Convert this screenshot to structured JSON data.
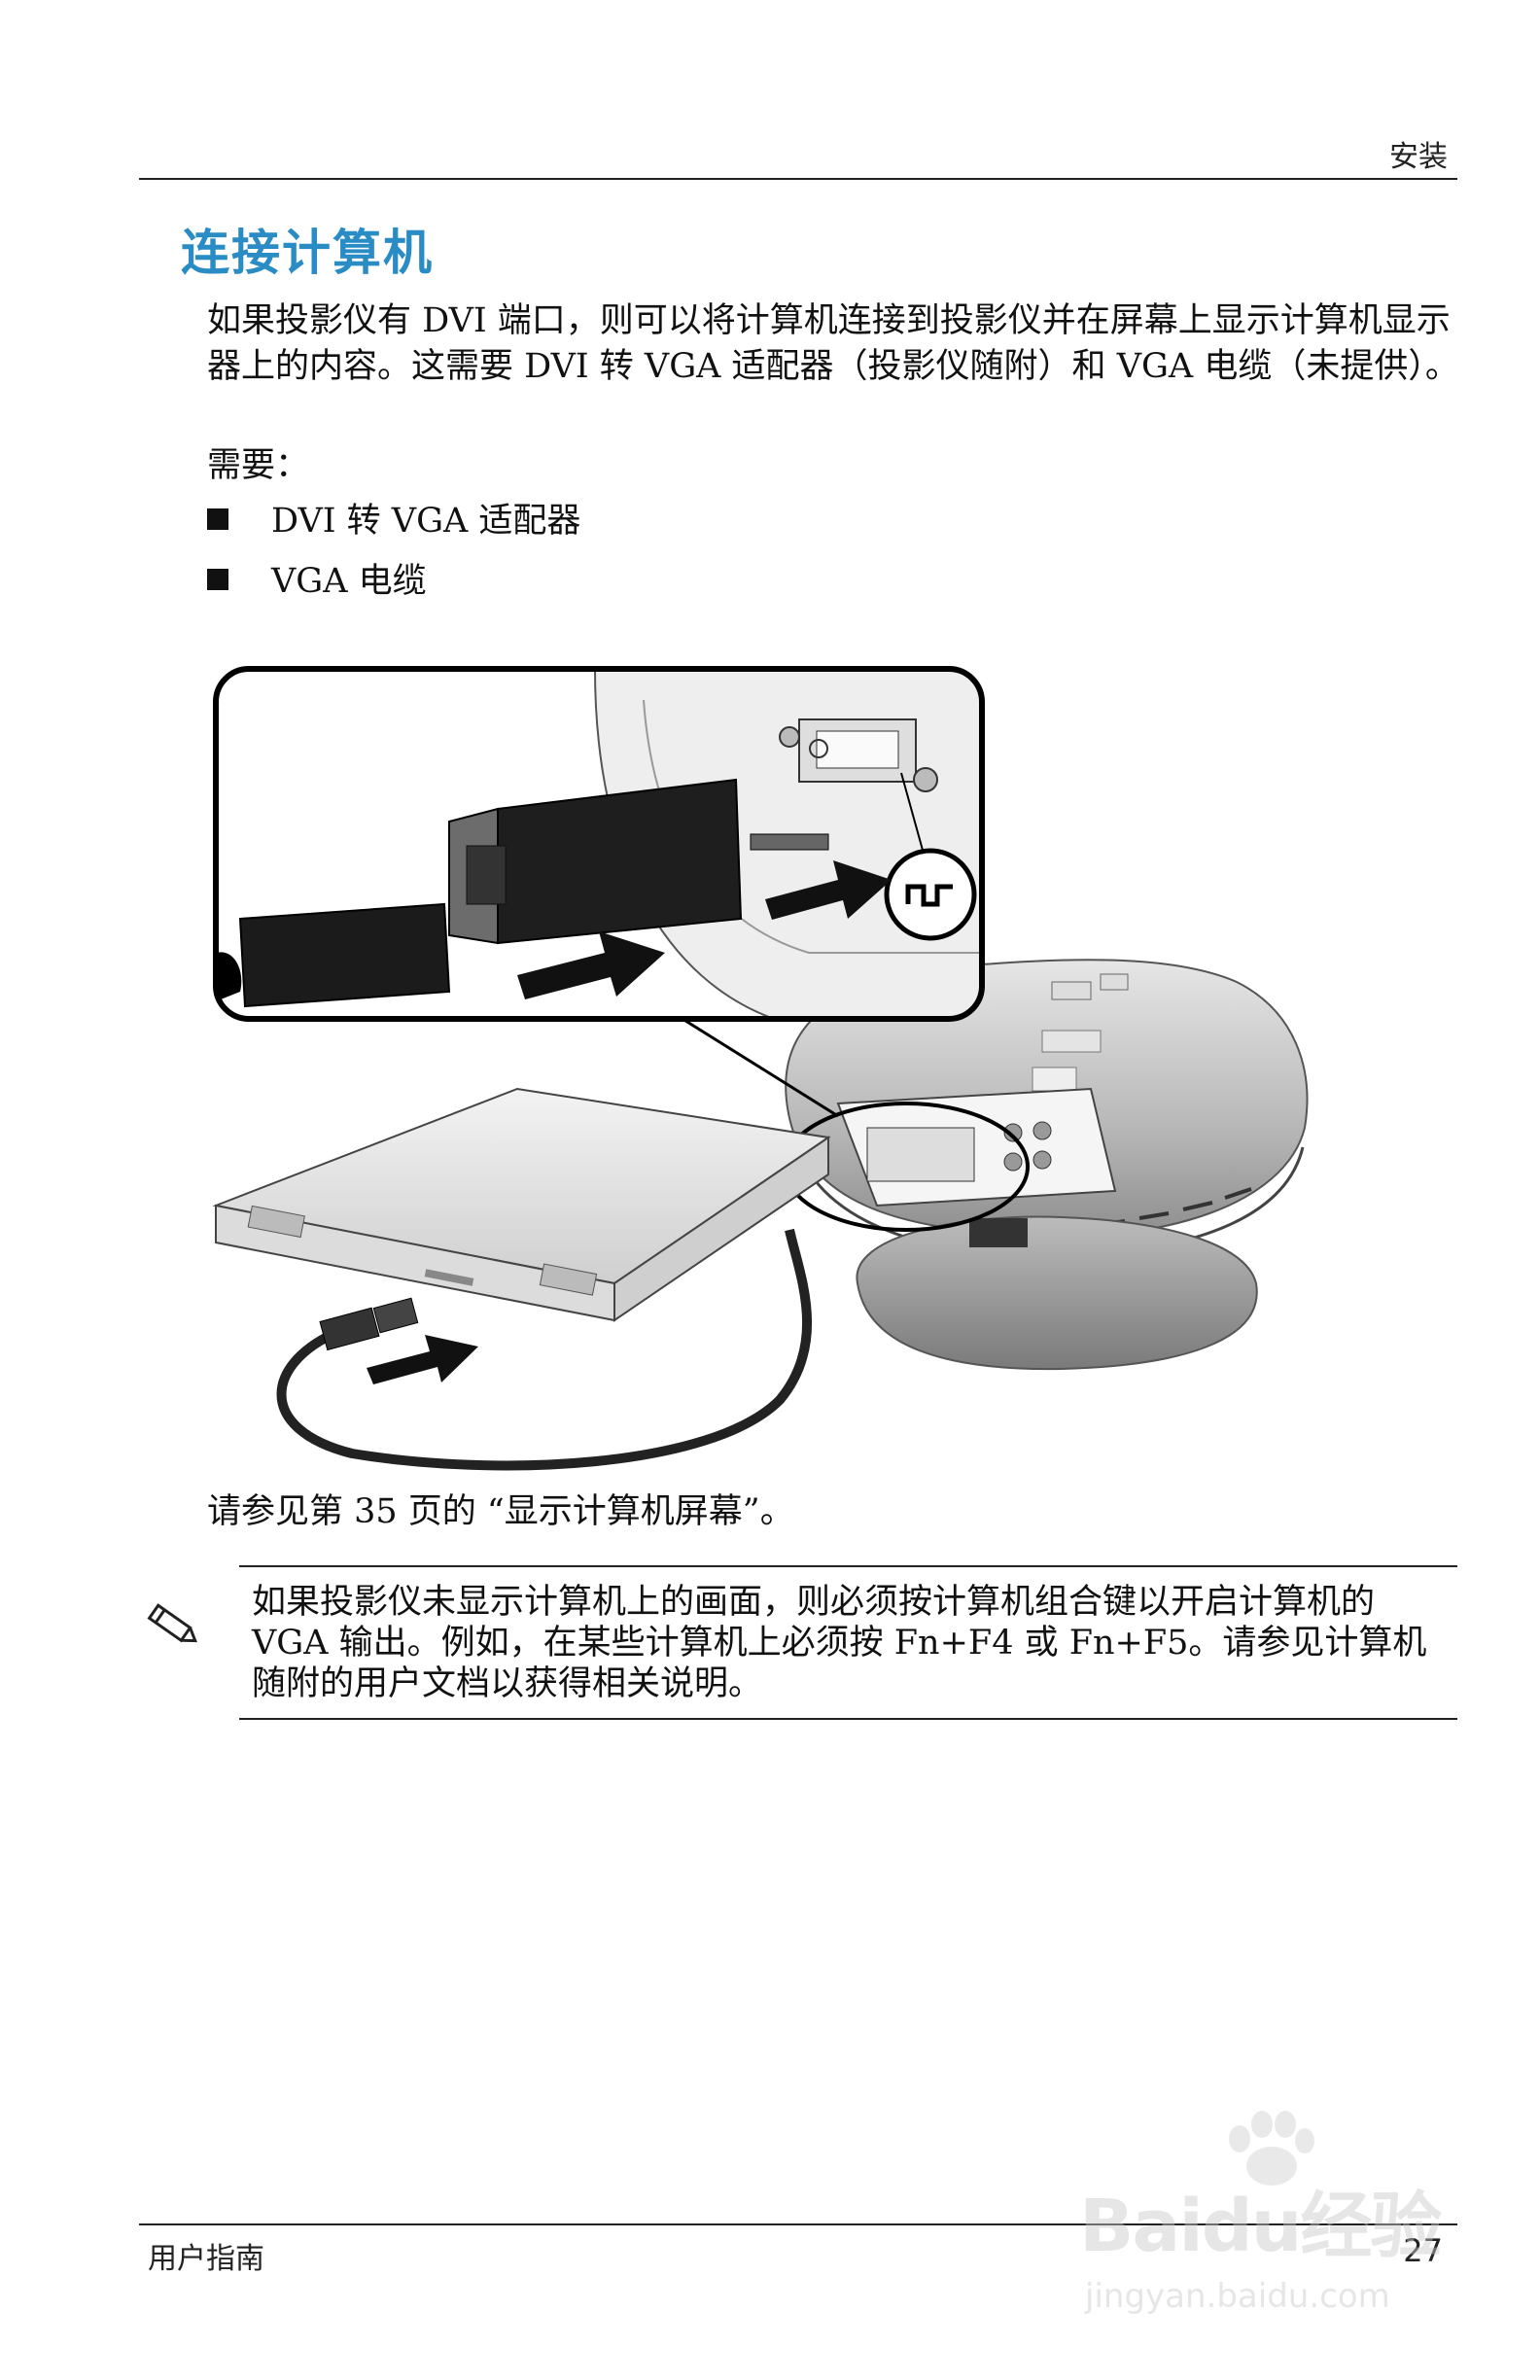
{
  "header": {
    "section": "安装"
  },
  "title": "连接计算机",
  "intro": "如果投影仪有 DVI 端口，则可以将计算机连接到投影仪并在屏幕上显示计算机显示器上的内容。这需要 DVI 转 VGA 适配器（投影仪随附）和 VGA 电缆（未提供）。",
  "needs_label": "需要：",
  "needs": [
    "DVI 转 VGA 适配器",
    "VGA 电缆"
  ],
  "reference": "请参见第 35 页的 “显示计算机屏幕”。",
  "note": {
    "icon": "pencil-icon",
    "text": "如果投影仪未显示计算机上的画面，则必须按计算机组合键以开启计算机的 VGA 输出。例如，在某些计算机上必须按 Fn+F4 或 Fn+F5。请参见计算机随附的用户文档以获得相关说明。"
  },
  "footer": {
    "left": "用户指南",
    "page": "27"
  },
  "watermark": {
    "brand": "Baidu经验",
    "url": "jingyan.baidu.com"
  },
  "colors": {
    "title": "#2a8cc4"
  }
}
